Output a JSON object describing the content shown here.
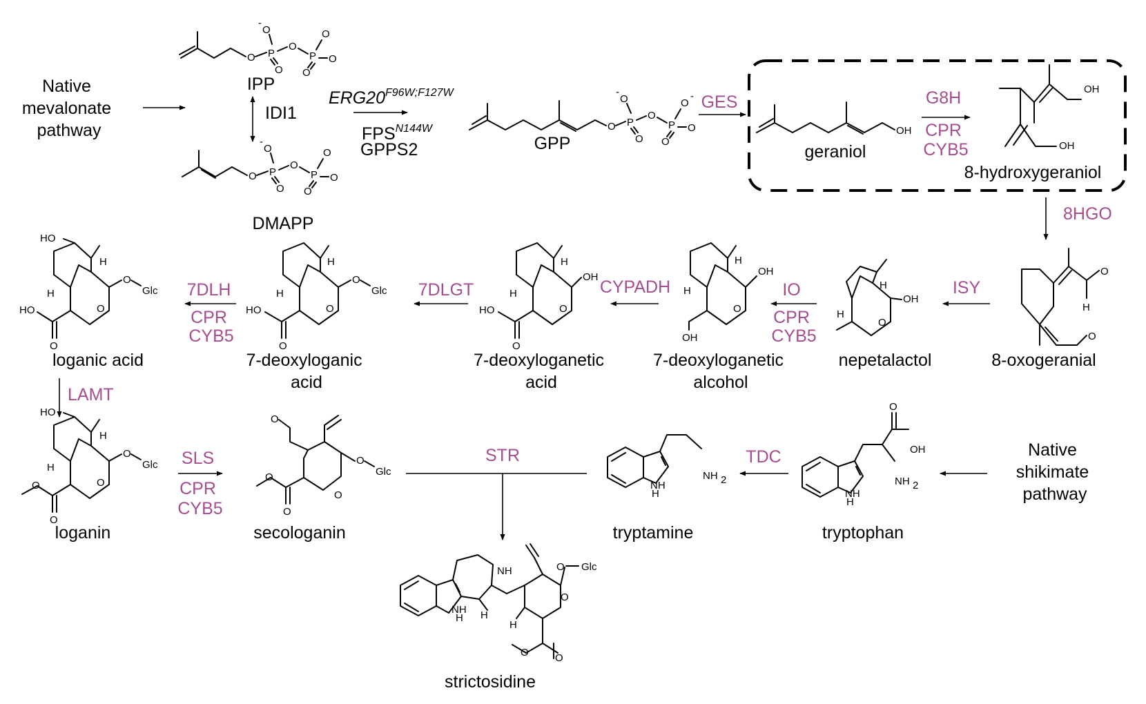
{
  "compounds": {
    "ipp": "IPP",
    "dmapp": "DMAPP",
    "gpp": "GPP",
    "geraniol": "geraniol",
    "hydroxygeraniol": "8-hydroxygeraniol",
    "oxogeranial": "8-oxogeranial",
    "nepetalactol": "nepetalactol",
    "deoxyloganetic_alcohol": [
      "7-deoxyloganetic",
      "alcohol"
    ],
    "deoxyloganetic_acid": [
      "7-deoxyloganetic",
      "acid"
    ],
    "deoxyloganic_acid": [
      "7-deoxyloganic",
      "acid"
    ],
    "loganic_acid": "loganic acid",
    "loganin": "loganin",
    "secologanin": "secologanin",
    "strictosidine": "strictosidine",
    "tryptamine": "tryptamine",
    "tryptophan": "tryptophan"
  },
  "pathways": {
    "mevalonate": [
      "Native",
      "mevalonate",
      "pathway"
    ],
    "shikimate": [
      "Native",
      "shikimate",
      "pathway"
    ]
  },
  "enzymes": {
    "idi1": "IDI1",
    "erg20": "ERG20",
    "erg20_sup": "F96W;F127W",
    "fps": "FPS",
    "fps_sup": "N144W",
    "gpps2": "GPPS2",
    "ges": "GES",
    "g8h": [
      "G8H",
      "CPR",
      "CYB5"
    ],
    "hgo": "8HGO",
    "isy": "ISY",
    "io": [
      "IO",
      "CPR",
      "CYB5"
    ],
    "cypadh": "CYPADH",
    "dlgt": "7DLGT",
    "dlh": [
      "7DLH",
      "CPR",
      "CYB5"
    ],
    "lamt": "LAMT",
    "sls": [
      "SLS",
      "CPR",
      "CYB5"
    ],
    "str": "STR",
    "tdc": "TDC"
  },
  "atoms": {
    "o": "O",
    "o_minus": "O",
    "minus": "-",
    "p": "P",
    "oh": "OH",
    "ho": "HO",
    "h": "H",
    "glc": "Glc",
    "o_glc": "O",
    "nh": "NH",
    "nh2": "NH",
    "sub2": "2"
  },
  "colors": {
    "enzyme": "#a64d8f",
    "text": "#000000"
  }
}
